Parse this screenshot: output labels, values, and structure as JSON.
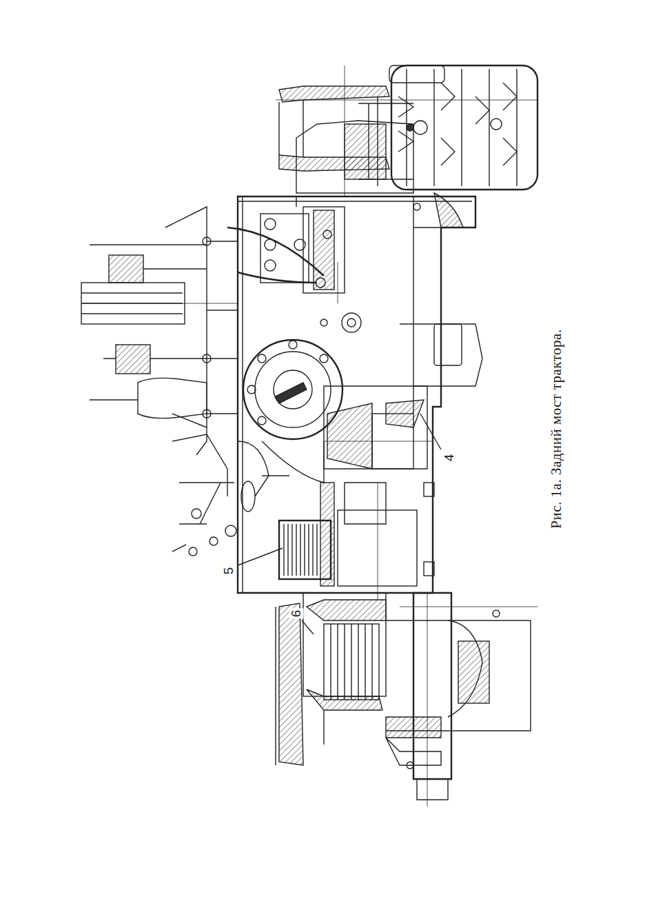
{
  "diagram": {
    "caption": "Рис. 1а. Задний мост трактора.",
    "labels": [
      "4",
      "5",
      "6"
    ]
  }
}
